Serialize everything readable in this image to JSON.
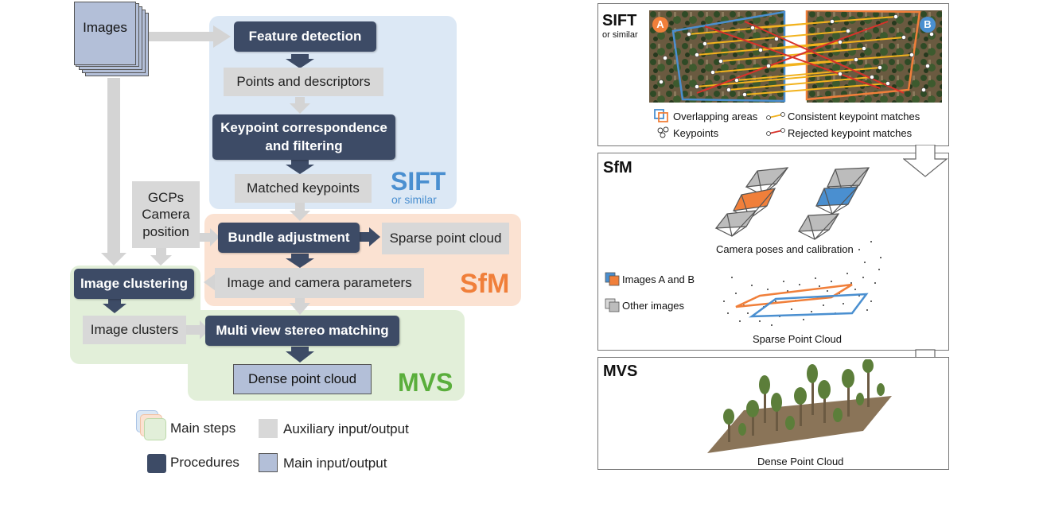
{
  "left": {
    "images": "Images",
    "feature_detection": "Feature detection",
    "points_descriptors": "Points and descriptors",
    "keypoint_corr_1": "Keypoint correspondence",
    "keypoint_corr_2": "and filtering",
    "matched_keypoints": "Matched keypoints",
    "sift_label": "SIFT",
    "sift_sub": "or similar",
    "gcps_1": "GCPs",
    "gcps_2": "Camera",
    "gcps_3": "position",
    "bundle_adjustment": "Bundle adjustment",
    "sparse_point_cloud": "Sparse point cloud",
    "image_clustering": "Image clustering",
    "image_camera_params": "Image and camera parameters",
    "sfm_label": "SfM",
    "image_clusters": "Image clusters",
    "mvs_matching": "Multi view stereo matching",
    "dense_point_cloud": "Dense point cloud",
    "mvs_label": "MVS",
    "legend": {
      "main_steps": "Main steps",
      "aux_io": "Auxiliary input/output",
      "procedures": "Procedures",
      "main_io": "Main input/output"
    }
  },
  "right": {
    "sift": {
      "title": "SIFT",
      "subtitle": "or similar",
      "marker_a": "A",
      "marker_b": "B",
      "legend_overlap": "Overlapping areas",
      "legend_consistent": "Consistent keypoint matches",
      "legend_keypoints": "Keypoints",
      "legend_rejected": "Rejected keypoint matches"
    },
    "sfm": {
      "title": "SfM",
      "camera_caption": "Camera poses and calibration",
      "legend_ab": "Images A and B",
      "legend_other": "Other images",
      "sparse_caption": "Sparse Point Cloud"
    },
    "mvs": {
      "title": "MVS",
      "dense_caption": "Dense Point Cloud"
    }
  },
  "colors": {
    "procedure": "#3d4b66",
    "auxiliary": "#d8d8d8",
    "main_io": "#b3bfd8",
    "sift": "#4a8fd0",
    "sfm": "#f07f3a",
    "mvs": "#5aae3c",
    "match_consistent": "#f2b21d",
    "match_rejected": "#d8322a"
  }
}
